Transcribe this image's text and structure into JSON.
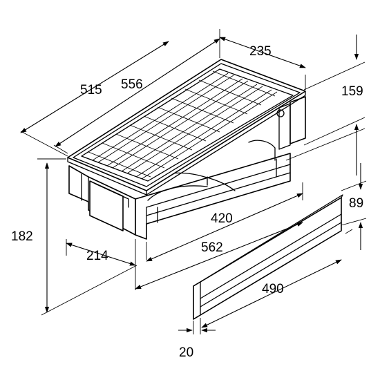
{
  "dimensions": {
    "d515": "515",
    "d556": "556",
    "d235": "235",
    "d159": "159",
    "d182": "182",
    "d214": "214",
    "d420": "420",
    "d562": "562",
    "d89": "89",
    "d490": "490",
    "d20": "20"
  }
}
